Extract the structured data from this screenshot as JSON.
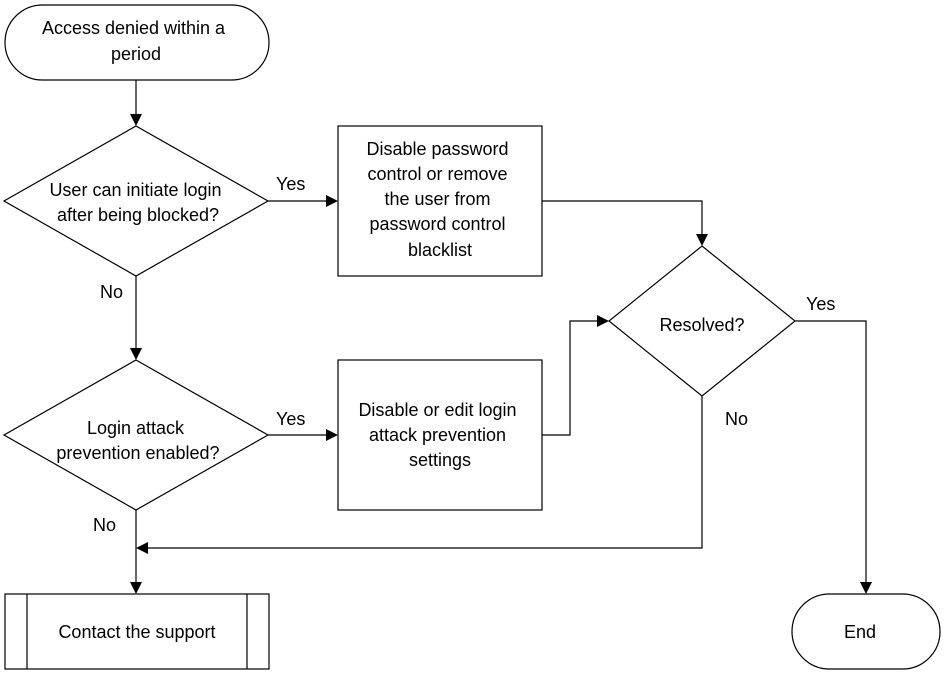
{
  "nodes": {
    "start": {
      "lines": [
        "Access denied within a",
        "period"
      ]
    },
    "q_blocked": {
      "lines": [
        "User can initiate login",
        "after being blocked?"
      ]
    },
    "disable_pw": {
      "lines": [
        "Disable password",
        "control or remove",
        "the user from",
        "password control",
        "blacklist"
      ]
    },
    "resolved": {
      "lines": [
        "Resolved?"
      ]
    },
    "q_attack": {
      "lines": [
        "Login attack",
        "prevention enabled?"
      ]
    },
    "disable_attack": {
      "lines": [
        "Disable or edit login",
        "attack prevention",
        "settings"
      ]
    },
    "contact": {
      "lines": [
        "Contact the support"
      ]
    },
    "end": {
      "lines": [
        "End"
      ]
    }
  },
  "edge_labels": {
    "blocked_yes": "Yes",
    "blocked_no": "No",
    "attack_yes": "Yes",
    "attack_no": "No",
    "resolved_yes": "Yes",
    "resolved_no": "No"
  }
}
